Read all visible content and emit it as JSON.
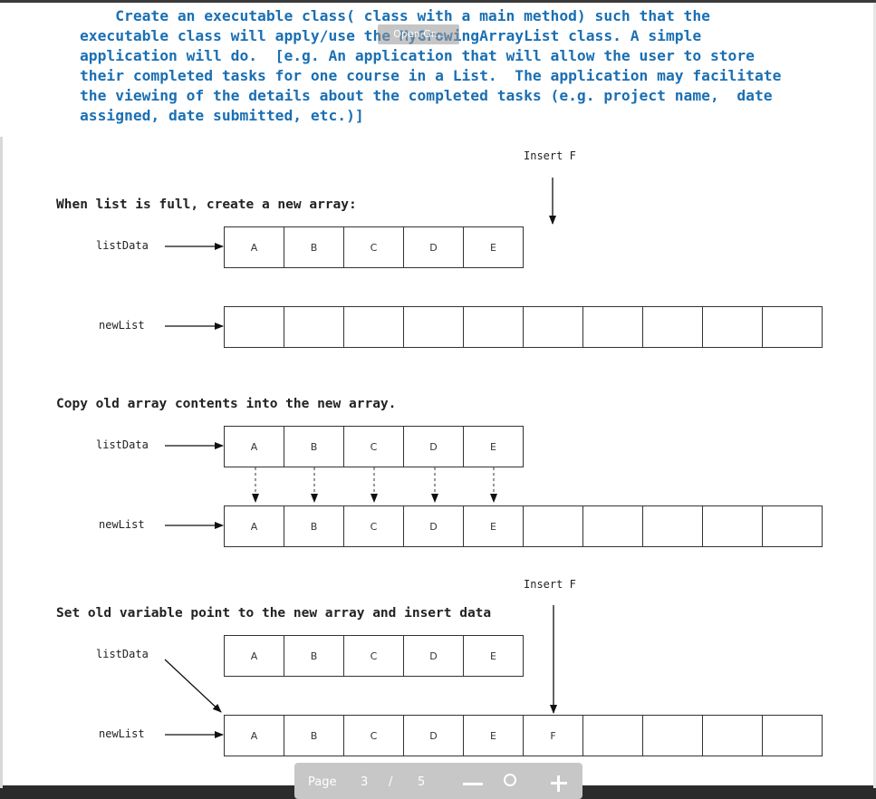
{
  "instructions": {
    "text": "    Create an executable class( class with a main method) such that the\nexecutable class will apply/use the MyGrowingArrayList class. A simple\napplication will do.  [e.g. An application that will allow the user to store\ntheir completed tasks for one course in a List.  The application may facilitate\nthe viewing of the details about the completed tasks (e.g. project name,  date\nassigned, date submitted, etc.)]",
    "overlay_label": "Open Gr...",
    "color": "#1a6fb3"
  },
  "diagram": {
    "section1": {
      "title": "When list is full, create a new array:",
      "insert_label": "Insert F",
      "list_data_label": "listData",
      "new_list_label": "newList",
      "list_data_cells": [
        "A",
        "B",
        "C",
        "D",
        "E"
      ],
      "new_list_cells": [
        "",
        "",
        "",
        "",
        "",
        "",
        "",
        "",
        "",
        ""
      ]
    },
    "section2": {
      "title": "Copy old array contents into the new array.",
      "list_data_label": "listData",
      "new_list_label": "newList",
      "list_data_cells": [
        "A",
        "B",
        "C",
        "D",
        "E"
      ],
      "new_list_cells": [
        "A",
        "B",
        "C",
        "D",
        "E",
        "",
        "",
        "",
        "",
        ""
      ]
    },
    "section3": {
      "title": "Set old variable point to the new array and insert data",
      "insert_label": "Insert F",
      "list_data_label": "listData",
      "new_list_label": "newList",
      "list_data_cells": [
        "A",
        "B",
        "C",
        "D",
        "E"
      ],
      "new_list_cells": [
        "A",
        "B",
        "C",
        "D",
        "E",
        "F",
        "",
        "",
        "",
        ""
      ]
    }
  },
  "toolbar": {
    "page_label": "Page",
    "current_page": "3",
    "separator": "/",
    "total_pages": "5",
    "zoom_out_icon": "minus-icon",
    "zoom_in_icon": "plus-icon",
    "fit_icon": "zoom-fit-icon"
  }
}
